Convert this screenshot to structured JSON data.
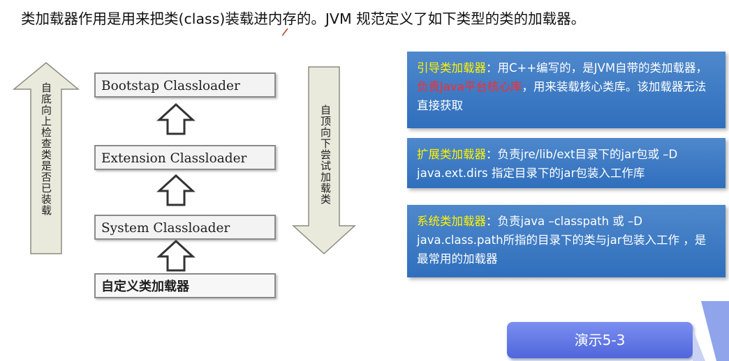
{
  "heading": "类加载器作用是用来把类(class)装载进内存的。JVM 规范定义了如下类型的类的加载器。",
  "left_arrow_text": "自底向上检查类是否已装载",
  "right_arrow_text": "自顶向下尝试加载类",
  "loaders": [
    {
      "label": "Bootstap Classloader"
    },
    {
      "label": "Extension Classloader"
    },
    {
      "label": "System Classloader"
    },
    {
      "label": "自定义类加载器"
    }
  ],
  "cards": [
    {
      "title": "引导类加载器",
      "parts": [
        "：用C++编写的，是JVM自带的类加载器，",
        "负责Java平台核心库",
        "，用来装载核心类库。该加载器无法直接获取"
      ]
    },
    {
      "title": "扩展类加载器",
      "text": "：负责jre/lib/ext目录下的jar包或 –D java.ext.dirs 指定目录下的jar包装入工作库"
    },
    {
      "title": "系统类加载器",
      "text": "：负责java –classpath 或 –D java.class.path所指的目录下的类与jar包装入工作 ，是最常用的加载器"
    }
  ],
  "demo_button": "演示5-3",
  "colors": {
    "card_bg": "#2f6fbc",
    "card_title": "#fff200",
    "highlight": "#ff2a2a",
    "button": "#5a6fe0"
  }
}
